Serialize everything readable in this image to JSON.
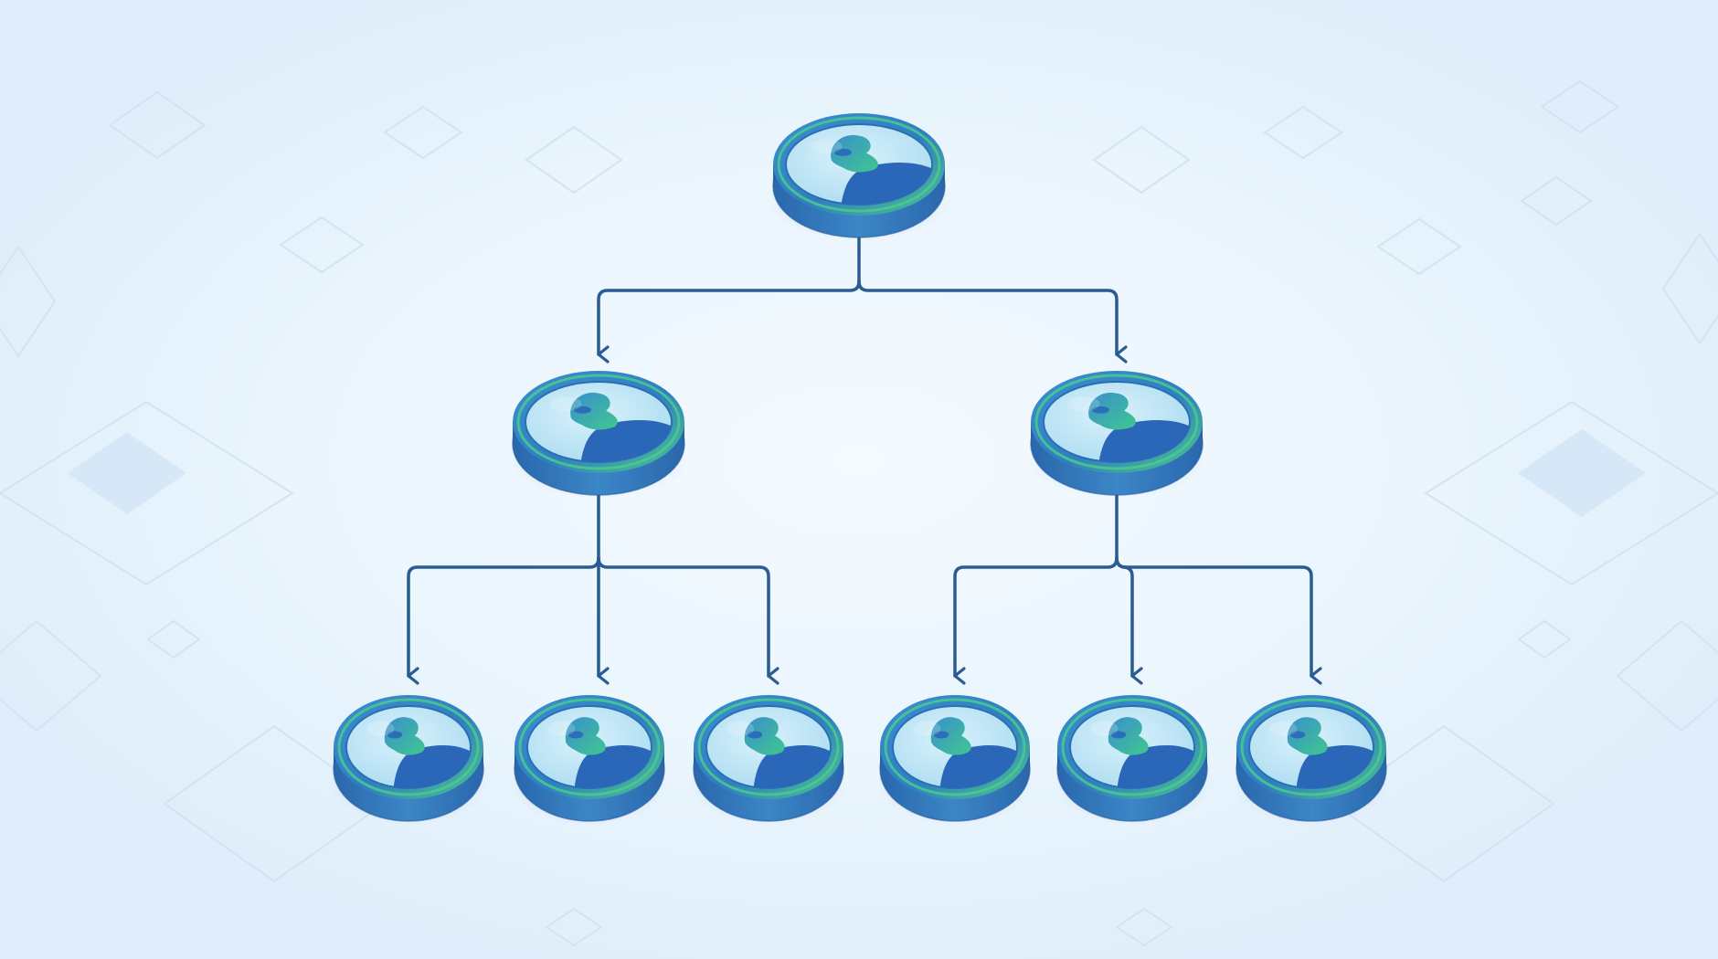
{
  "diagram": {
    "type": "hierarchy-tree",
    "levels": 3,
    "nodes": [
      {
        "id": "root",
        "level": 0,
        "icon": "user-avatar-icon"
      },
      {
        "id": "a",
        "level": 1,
        "parent": "root",
        "icon": "user-avatar-icon"
      },
      {
        "id": "b",
        "level": 1,
        "parent": "root",
        "icon": "user-avatar-icon"
      },
      {
        "id": "a1",
        "level": 2,
        "parent": "a",
        "icon": "user-avatar-icon"
      },
      {
        "id": "a2",
        "level": 2,
        "parent": "a",
        "icon": "user-avatar-icon"
      },
      {
        "id": "a3",
        "level": 2,
        "parent": "a",
        "icon": "user-avatar-icon"
      },
      {
        "id": "b1",
        "level": 2,
        "parent": "b",
        "icon": "user-avatar-icon"
      },
      {
        "id": "b2",
        "level": 2,
        "parent": "b",
        "icon": "user-avatar-icon"
      },
      {
        "id": "b3",
        "level": 2,
        "parent": "b",
        "icon": "user-avatar-icon"
      }
    ],
    "edges": [
      {
        "from": "root",
        "to": "a"
      },
      {
        "from": "root",
        "to": "b"
      },
      {
        "from": "a",
        "to": "a1"
      },
      {
        "from": "a",
        "to": "a2"
      },
      {
        "from": "a",
        "to": "a3"
      },
      {
        "from": "b",
        "to": "b1"
      },
      {
        "from": "b",
        "to": "b2"
      },
      {
        "from": "b",
        "to": "b3"
      }
    ]
  },
  "colors": {
    "background": "#e6f3fc",
    "background_center": "#f4faff",
    "connector": "#2a5b93",
    "disc_rim_top": "#2f7fc0",
    "disc_rim_side": "#2a67ad",
    "disc_ring_accent": "#4cc98d",
    "disc_face": "#bfe6f6",
    "avatar_head": "#3d9fd0",
    "avatar_head_accent": "#3fc78e",
    "avatar_body": "#2a67b8",
    "pattern": "#cfe2f3",
    "pattern_fill": "#d4e6f6"
  },
  "background_pattern": "faint-diamonds"
}
